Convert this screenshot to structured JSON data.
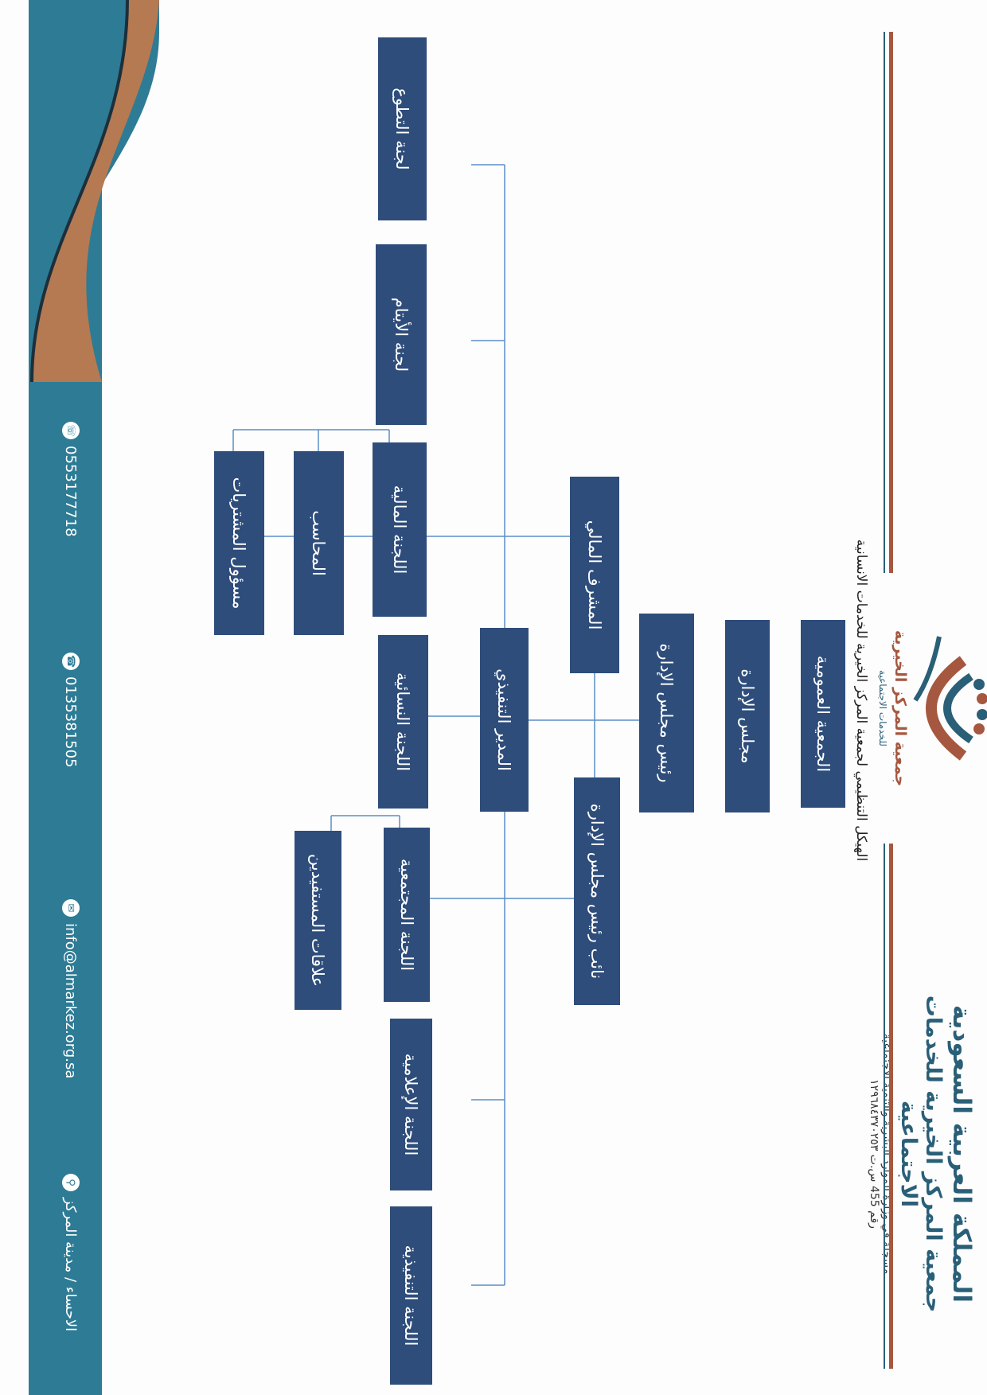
{
  "header": {
    "line1": "المملكة العربية السعودية",
    "line2": "جمعية المركز الخيرية للخدمات الاجتماعية",
    "line3": "مسجلة في وزارة الموارد البشرية والتنمية الاجتماعية",
    "line4": "رقم 455 س.ت ١٢٩٦٨٤٣٧٠٢٥٣"
  },
  "logo": {
    "name": "جمعية المركز الخيرية",
    "sub": "للخدمات الاجتماعية"
  },
  "subtitle": "الهيكل التنظيمي لجمعية المركز الخيرية للخدمات الانسانية",
  "boxes": {
    "general_assembly": "الجمعية العمومية",
    "board": "مجلس الإدارة",
    "chairman": "رئيس مجلس الإدارة",
    "financial_supervisor": "المشرف المالي",
    "vice_chairman": "نائب رئيس مجلس الإدارة",
    "executive_director": "المدير التنفيذي",
    "women_committee": "اللجنة النسائية",
    "finance_committee": "اللجنة المالية",
    "accountant": "المحاسب",
    "procurement_officer": "مسؤول المشتريات",
    "orphans_committee": "لجنة الأيتام",
    "volunteer_committee": "لجنة التطوع",
    "community_committee": "اللجنة المجتمعية",
    "beneficiary_relations": "علاقات المستفيدين",
    "media_committee": "اللجنة الإعلامية",
    "executive_committee": "اللجنة التنفيذية"
  },
  "footer": {
    "mobile": "0553177718",
    "phone": "0135381505",
    "email": "info@almarkez.org.sa",
    "address": "الاحساء / مدينة المركز"
  },
  "colors": {
    "box": "#2e4d7b",
    "teal": "#2e7b95",
    "brown": "#b57a52",
    "line": "#5b8fc7"
  }
}
